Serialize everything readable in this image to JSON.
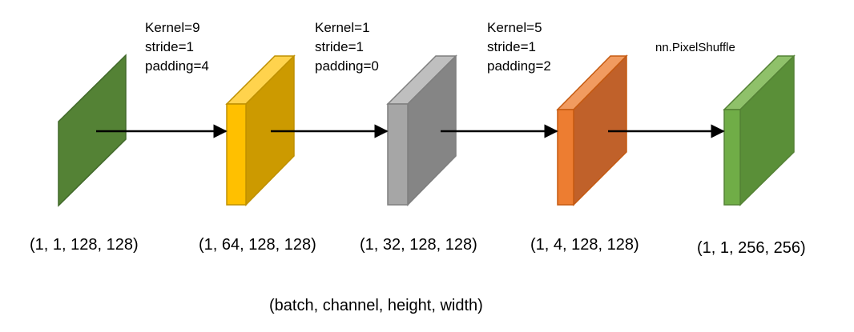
{
  "colors": {
    "input": "#548235",
    "conv1": "#ffc000",
    "conv2": "#a6a6a6",
    "conv3": "#ed7d31",
    "output": "#70ad47",
    "arrow": "#000000"
  },
  "blocks": [
    {
      "shape": "(1, 1, 128, 128)"
    },
    {
      "shape": "(1, 64, 128, 128)"
    },
    {
      "shape": "(1, 32, 128, 128)"
    },
    {
      "shape": "(1, 4, 128, 128)"
    },
    {
      "shape": "(1, 1, 256, 256)"
    }
  ],
  "layers": [
    {
      "kernel": "Kernel=9",
      "stride": "stride=1",
      "padding": "padding=4"
    },
    {
      "kernel": "Kernel=1",
      "stride": "stride=1",
      "padding": "padding=0"
    },
    {
      "kernel": "Kernel=5",
      "stride": "stride=1",
      "padding": "padding=2"
    }
  ],
  "upsample_label": "nn.PixelShuffle",
  "legend": "(batch, channel, height, width)"
}
